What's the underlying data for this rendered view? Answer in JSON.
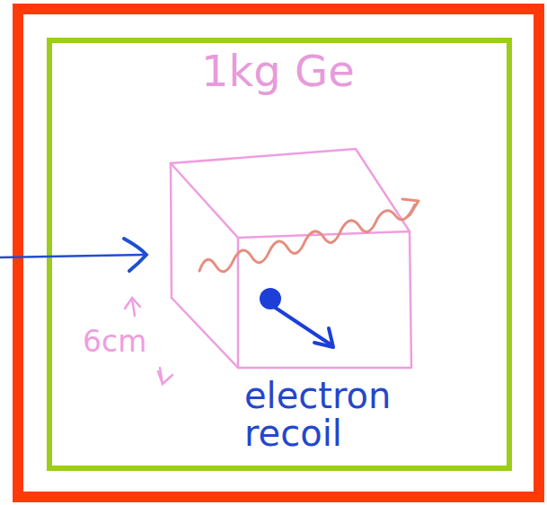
{
  "diagram": {
    "labels": [
      "1kg Ge",
      "6cm",
      "electron recoil"
    ]
  }
}
